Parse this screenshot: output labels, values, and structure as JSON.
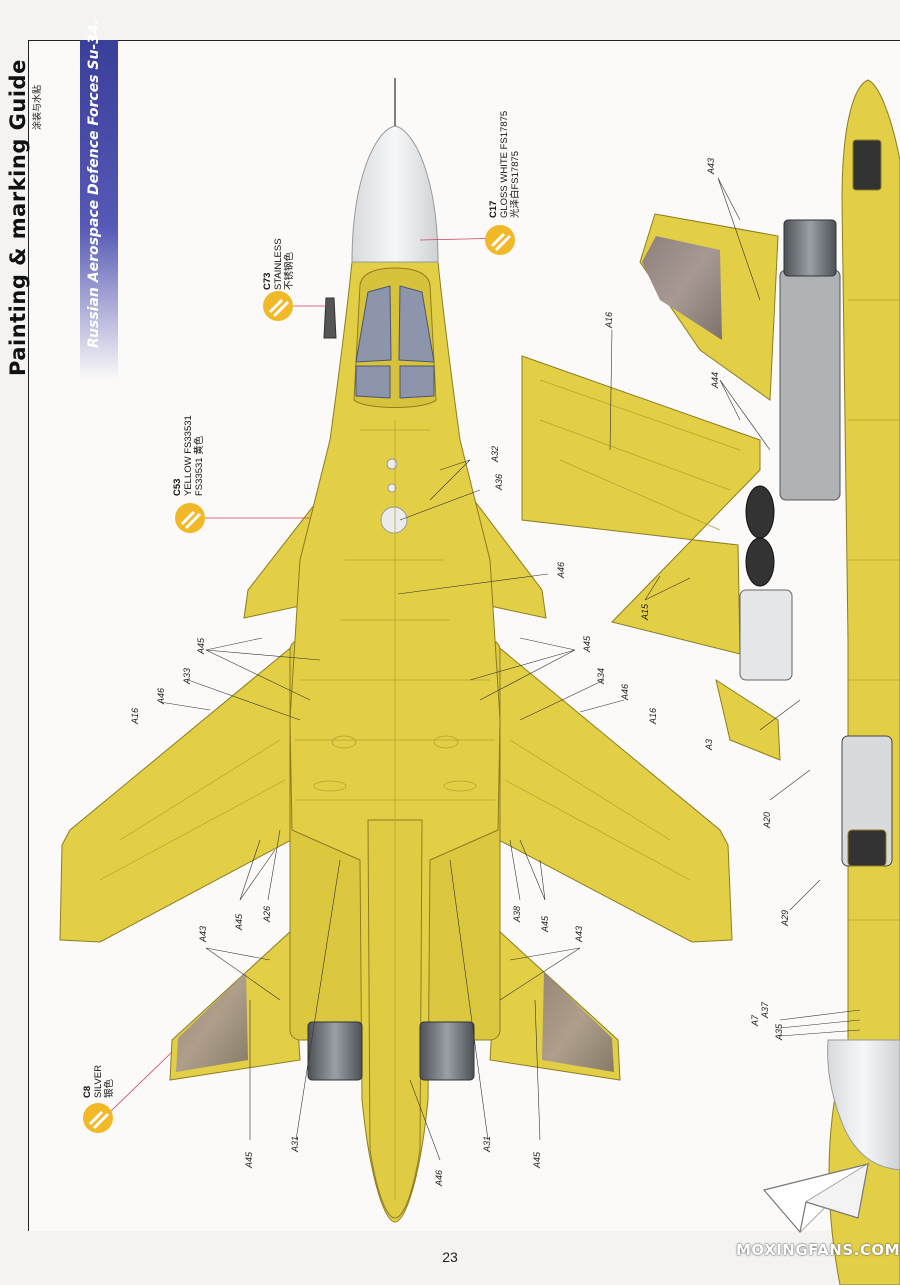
{
  "header": {
    "title": "Painting & marking Guide",
    "title_cn": "涂装与水贴",
    "subtitle": "Russian Aerospace Defence Forces Su-34."
  },
  "paints": [
    {
      "code": "C",
      "number": "17",
      "name": "GLOSS WHITE FS17875",
      "name_cn": "光泽白FS17875",
      "swatch": "#f6f6f6"
    },
    {
      "code": "C",
      "number": "73",
      "name": "STAINLESS",
      "name_cn": "不锈钢色",
      "swatch": "#b7b9bd"
    },
    {
      "code": "C",
      "number": "53",
      "name": "YELLOW FS33531",
      "name_cn": "FS33531 黄色",
      "swatch": "#e3cf45"
    },
    {
      "code": "C",
      "number": "8",
      "name": "SILVER",
      "name_cn": "银色",
      "swatch": "#c8c8c8"
    }
  ],
  "part_labels": {
    "a43_top": "A43",
    "a16_side": "A16",
    "a44": "A44",
    "a32": "A32",
    "a36": "A36",
    "a46_mid": "A46",
    "a15": "A15",
    "a45_left": "A45",
    "a33": "A33",
    "a46_left": "A46",
    "a16_left": "A16",
    "a45_right": "A45",
    "a34": "A34",
    "a46_right": "A46",
    "a16_right": "A16",
    "a3": "A3",
    "a20": "A20",
    "a45_lower_left": "A45",
    "a26": "A26",
    "a38": "A38",
    "a45_lower_right": "A45",
    "a43_left": "A43",
    "a43_right": "A43",
    "a29": "A29",
    "a7": "A7",
    "a37": "A37",
    "a35": "A35",
    "a45_bottom_left": "A45",
    "a31_left": "A31",
    "a31_right": "A31",
    "a46_bottom": "A46",
    "a45_bottom_right": "A45"
  },
  "page_number": "23",
  "watermark": "MOXINGFANS.COM",
  "colors": {
    "yellow": "#e3cf45",
    "yellow_dark": "#c6b232",
    "panel_line": "#9a8a2a",
    "radome": "#eceef0",
    "canopy": "#8d95ad",
    "exhaust": "#666a70",
    "grey_metal": "#aeb2b5",
    "weathered": "#9a8c84",
    "callout_line": "#d04060",
    "blue_strip": "#4a4fa8",
    "paint_circle": "#f1b828"
  }
}
